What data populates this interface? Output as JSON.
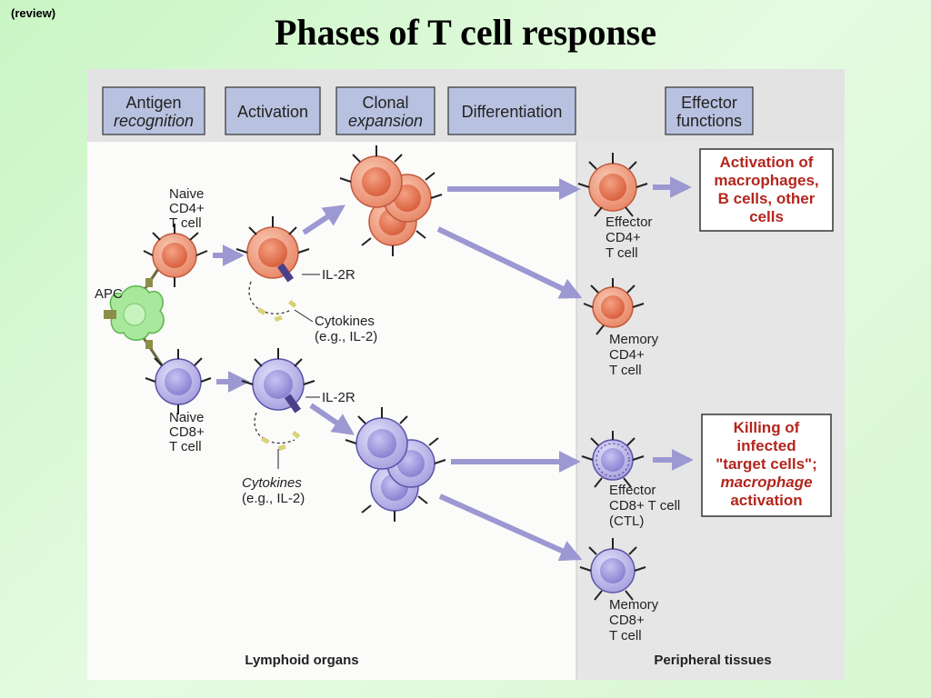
{
  "slide": {
    "tag": "(review)",
    "title": "Phases of T cell response"
  },
  "phases": [
    {
      "line1": "Antigen",
      "line2": "recognition"
    },
    {
      "line1": "Activation",
      "line2": ""
    },
    {
      "line1": "Clonal",
      "line2": "expansion"
    },
    {
      "line1": "Differentiation",
      "line2": ""
    },
    {
      "line1": "Effector",
      "line2": "functions"
    }
  ],
  "regions": {
    "lymphoid": "Lymphoid organs",
    "peripheral": "Peripheral tissues"
  },
  "labels": {
    "apc": "APC",
    "naive_cd4": [
      "Naive",
      "CD4+",
      "T cell"
    ],
    "naive_cd8": [
      "Naive",
      "CD8+",
      "T cell"
    ],
    "il2r_top": "IL-2R",
    "il2r_bottom": "IL-2R",
    "cytokines_top": [
      "Cytokines",
      "(e.g., IL-2)"
    ],
    "cytokines_bottom": [
      "Cytokines",
      "(e.g., IL-2)"
    ],
    "effector_cd4": [
      "Effector",
      "CD4+",
      "T cell"
    ],
    "memory_cd4": [
      "Memory",
      "CD4+",
      "T cell"
    ],
    "effector_cd8": [
      "Effector",
      "CD8+ T cell",
      "(CTL)"
    ],
    "memory_cd8": [
      "Memory",
      "CD8+",
      "T cell"
    ]
  },
  "effector_boxes": {
    "cd4": [
      "Activation of",
      "macrophages,",
      "B cells, other",
      "cells"
    ],
    "cd8": [
      "Killing of",
      "infected",
      "\"target cells\";",
      "macrophage",
      "activation"
    ]
  },
  "colors": {
    "cd4_cell": "#e9896a",
    "cd4_nucleus": "#d9603e",
    "cd8_cell": "#a9a2e0",
    "cd8_nucleus": "#8a82d2",
    "apc": "#a8e89c",
    "arrow": "#9c98d2",
    "effector_text": "#b3261e",
    "phase_box": "#b8c2e0"
  }
}
